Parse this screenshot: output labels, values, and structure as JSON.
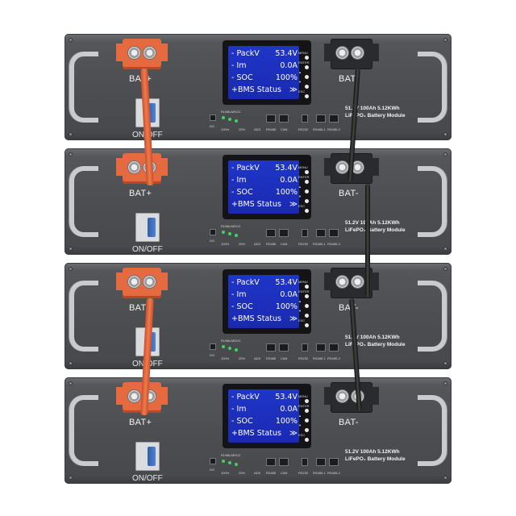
{
  "modules": [
    {
      "bat_pos": "BAT+",
      "bat_neg": "BAT-",
      "breaker": "ON/OFF",
      "lcd": [
        {
          "key": "- PackV",
          "value": "53.4V"
        },
        {
          "key": "- Im",
          "value": "0.0A"
        },
        {
          "key": "- SOC",
          "value": "100%"
        },
        {
          "key": "+BMS Status",
          "value": "≫"
        }
      ],
      "buttons": [
        "MENU",
        "ENTER",
        "▲",
        "▼",
        "ESC"
      ],
      "ports": [
        "RS485",
        "CAN",
        "RS232",
        "RS485-1",
        "RS485-2"
      ],
      "indicators": [
        "RUN",
        "ALM",
        "SOC"
      ],
      "switch_labels": [
        "DO",
        "100%",
        "25%",
        "ADS"
      ],
      "model_line1": "51.2V 100Ah 5.12KWh",
      "model_line2": "LiFePO₄ Battery Module"
    },
    {
      "bat_pos": "BAT+",
      "bat_neg": "BAT-",
      "breaker": "ON/OFF",
      "lcd": [
        {
          "key": "- PackV",
          "value": "53.4V"
        },
        {
          "key": "- Im",
          "value": "0.0A"
        },
        {
          "key": "- SOC",
          "value": "100%"
        },
        {
          "key": "+BMS Status",
          "value": "≫"
        }
      ],
      "buttons": [
        "MENU",
        "ENTER",
        "▲",
        "▼",
        "ESC"
      ],
      "ports": [
        "RS485",
        "CAN",
        "RS232",
        "RS485-1",
        "RS485-2"
      ],
      "indicators": [
        "RUN",
        "ALM",
        "SOC"
      ],
      "switch_labels": [
        "DO",
        "100%",
        "25%",
        "ADS"
      ],
      "model_line1": "51.2V 100Ah 5.12KWh",
      "model_line2": "LiFePO₄ Battery Module"
    },
    {
      "bat_pos": "BAT+",
      "bat_neg": "BAT-",
      "breaker": "ON/OFF",
      "lcd": [
        {
          "key": "- PackV",
          "value": "53.4V"
        },
        {
          "key": "- Im",
          "value": "0.0A"
        },
        {
          "key": "- SOC",
          "value": "100%"
        },
        {
          "key": "+BMS Status",
          "value": "≫"
        }
      ],
      "buttons": [
        "MENU",
        "ENTER",
        "▲",
        "▼",
        "ESC"
      ],
      "ports": [
        "RS485",
        "CAN",
        "RS232",
        "RS485-1",
        "RS485-2"
      ],
      "indicators": [
        "RUN",
        "ALM",
        "SOC"
      ],
      "switch_labels": [
        "DO",
        "100%",
        "25%",
        "ADS"
      ],
      "model_line1": "51.2V 100Ah 5.12KWh",
      "model_line2": "LiFePO₄ Battery Module"
    },
    {
      "bat_pos": "BAT+",
      "bat_neg": "BAT-",
      "breaker": "ON/OFF",
      "lcd": [
        {
          "key": "- PackV",
          "value": "53.4V"
        },
        {
          "key": "- Im",
          "value": "0.0A"
        },
        {
          "key": "- SOC",
          "value": "100%"
        },
        {
          "key": "+BMS Status",
          "value": "≫"
        }
      ],
      "buttons": [
        "MENU",
        "ENTER",
        "▲",
        "▼",
        "ESC"
      ],
      "ports": [
        "RS485",
        "CAN",
        "RS232",
        "RS485-1",
        "RS485-2"
      ],
      "indicators": [
        "RUN",
        "ALM",
        "SOC"
      ],
      "switch_labels": [
        "DO",
        "100%",
        "25%",
        "ADS"
      ],
      "model_line1": "51.2V 100Ah 5.12KWh",
      "model_line2": "LiFePO₄ Battery Module"
    }
  ],
  "colors": {
    "chassis": "#4c4e52",
    "bat_pos_terminal": "#e56a40",
    "bat_neg_terminal": "#2a2b2e",
    "lcd_screen": "#1f35c9",
    "breaker_lever": "#2f5ea8",
    "led": "#3fd35c"
  }
}
